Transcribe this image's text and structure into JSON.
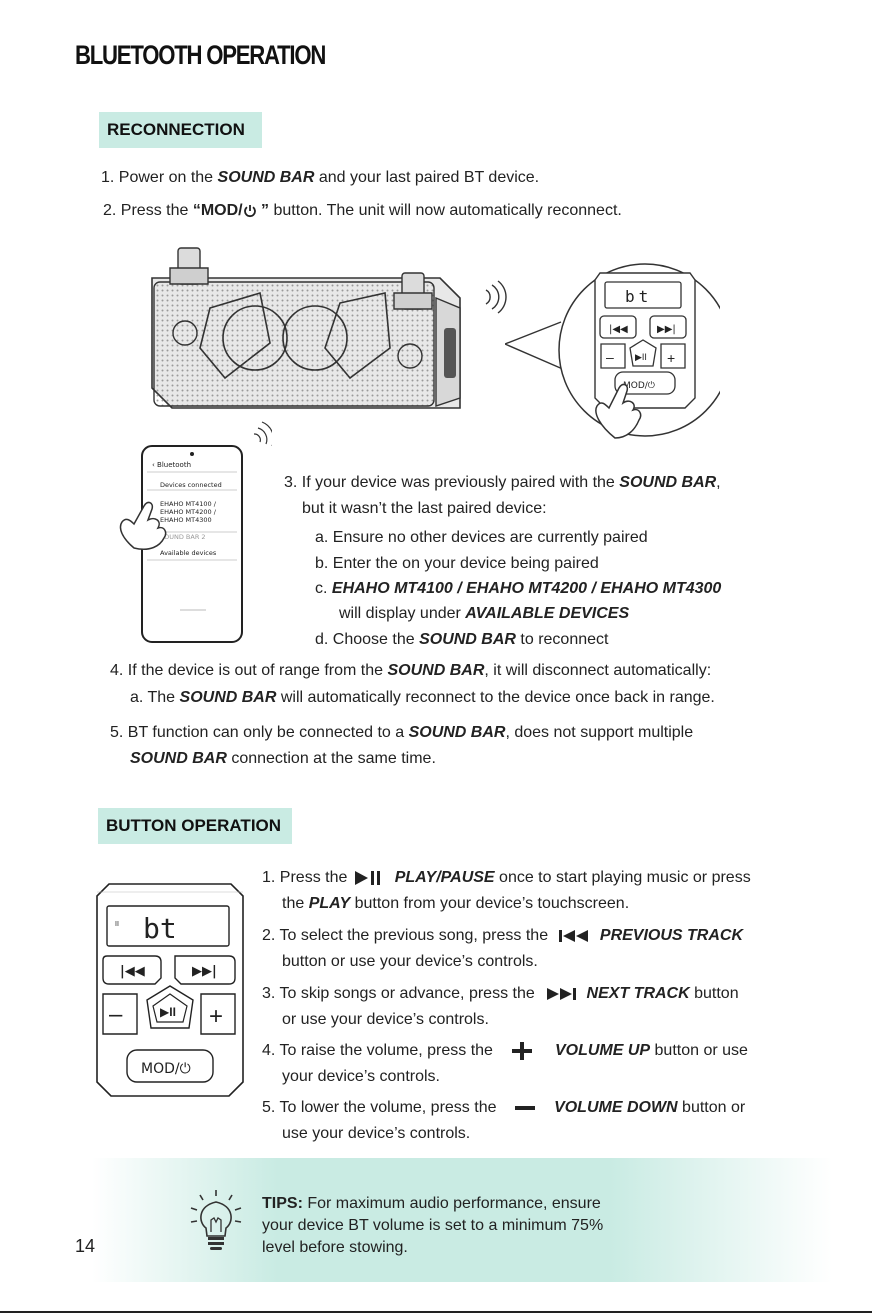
{
  "page": {
    "title": "BLUETOOTH OPERATION",
    "page_number": "14"
  },
  "reconnection": {
    "heading": "RECONNECTION",
    "step1": {
      "pre": "1. Power on the ",
      "em": "SOUND BAR",
      "post": " and your last paired BT device."
    },
    "step2": {
      "pre": "2. Press the ",
      "em": "“MOD/",
      "em2": " ”",
      "post": " button. The unit will now automatically reconnect."
    },
    "step3": {
      "l1_pre": "3. If your device was previously paired with the ",
      "l1_em": "SOUND BAR",
      "l1_post": ",",
      "l2": "but it wasn’t the last paired device:",
      "a": "a. Ensure no other devices are currently paired",
      "b": "b. Enter the on your device being paired",
      "c_pre": "c. ",
      "c_em": "EHAHO MT4100 / EHAHO MT4200 / EHAHO MT4300",
      "c2_pre": "will display under ",
      "c2_em": "AVAILABLE DEVICES",
      "d_pre": "d. Choose the ",
      "d_em": "SOUND BAR",
      "d_post": " to reconnect"
    },
    "step4": {
      "l1_pre": "4. If the device is out of range from the ",
      "l1_em": "SOUND BAR",
      "l1_post": ", it will disconnect automatically:",
      "l2_pre": "a. The ",
      "l2_em": "SOUND BAR",
      "l2_post": " will automatically reconnect to the device once back in range."
    },
    "step5": {
      "l1_pre": "5. BT function can only be connected to a ",
      "l1_em": "SOUND BAR",
      "l1_post": ", does not support multiple",
      "l2_em": "SOUND BAR",
      "l2_post": " connection at the same time."
    }
  },
  "phone": {
    "back_label": "Bluetooth",
    "devices_connected": "Devices connected",
    "device_lines": [
      "EHAHO MT4100 /",
      "EHAHO MT4200 /",
      "EHAHO MT4300"
    ],
    "other_device": "SOUND BAR 2",
    "available_devices": "Available devices"
  },
  "panel": {
    "display_text": "bt",
    "mode_label": "MOD/"
  },
  "button_operation": {
    "heading": "BUTTON OPERATION",
    "step1": {
      "pre": "1. Press the ",
      "em": "PLAY/PAUSE",
      "post": " once to start playing music or press",
      "l2_pre": "the ",
      "l2_em": "PLAY",
      "l2_post": " button from your device’s touchscreen."
    },
    "step2": {
      "pre": "2. To select the previous song, press the ",
      "em": "PREVIOUS TRACK",
      "l2": "button or use your device’s controls."
    },
    "step3": {
      "pre": "3. To skip songs or advance, press the ",
      "em": "NEXT TRACK",
      "post": " button",
      "l2": "or use your device’s controls."
    },
    "step4": {
      "pre": "4. To raise the volume, press the",
      "em": "VOLUME UP",
      "post": " button or use",
      "l2": "your device’s controls."
    },
    "step5": {
      "pre": "5. To lower the volume, press the",
      "em": "VOLUME DOWN",
      "post": " button or",
      "l2": "use your device’s controls."
    }
  },
  "tips": {
    "label": "TIPS:",
    "l1": " For maximum audio performance, ensure",
    "l2": "your device BT volume is set to a minimum 75%",
    "l3": "level before stowing."
  },
  "colors": {
    "accent_bg": "#c9ebe3",
    "text": "#222222"
  }
}
